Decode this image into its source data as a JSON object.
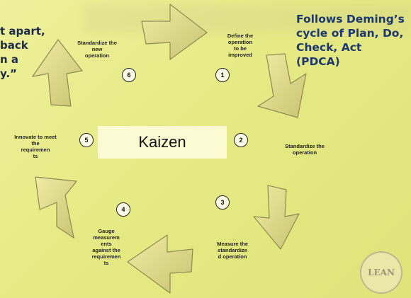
{
  "quote_text": "t apart,\nback\nn a\ny.”",
  "deming_text": "Follows Deming’s\ncycle of Plan, Do,\nCheck, Act\n(PDCA)",
  "center_label": "Kaizen",
  "steps": [
    {
      "number": "1",
      "label": "Define the\noperation\nto be\nimproved"
    },
    {
      "number": "2",
      "label": "Standardize the\noperation"
    },
    {
      "number": "3",
      "label": "Measure the\nstandardize\nd operation"
    },
    {
      "number": "4",
      "label": "Gauge\nmeasurem\nents\nagainst the\nrequiremen\nts"
    },
    {
      "number": "5",
      "label": "Innovate to meet\nthe\nrequiremen\nts"
    },
    {
      "number": "6",
      "label": "Standardize the\nnew\noperation"
    }
  ],
  "logo_text": "LEAN",
  "colors": {
    "background": "#e6ea84",
    "arrow_fill": "#e2de84",
    "arrow_edge": "#8f8a52",
    "center_box": "#fbfad2",
    "title_text": "#1e3870"
  }
}
